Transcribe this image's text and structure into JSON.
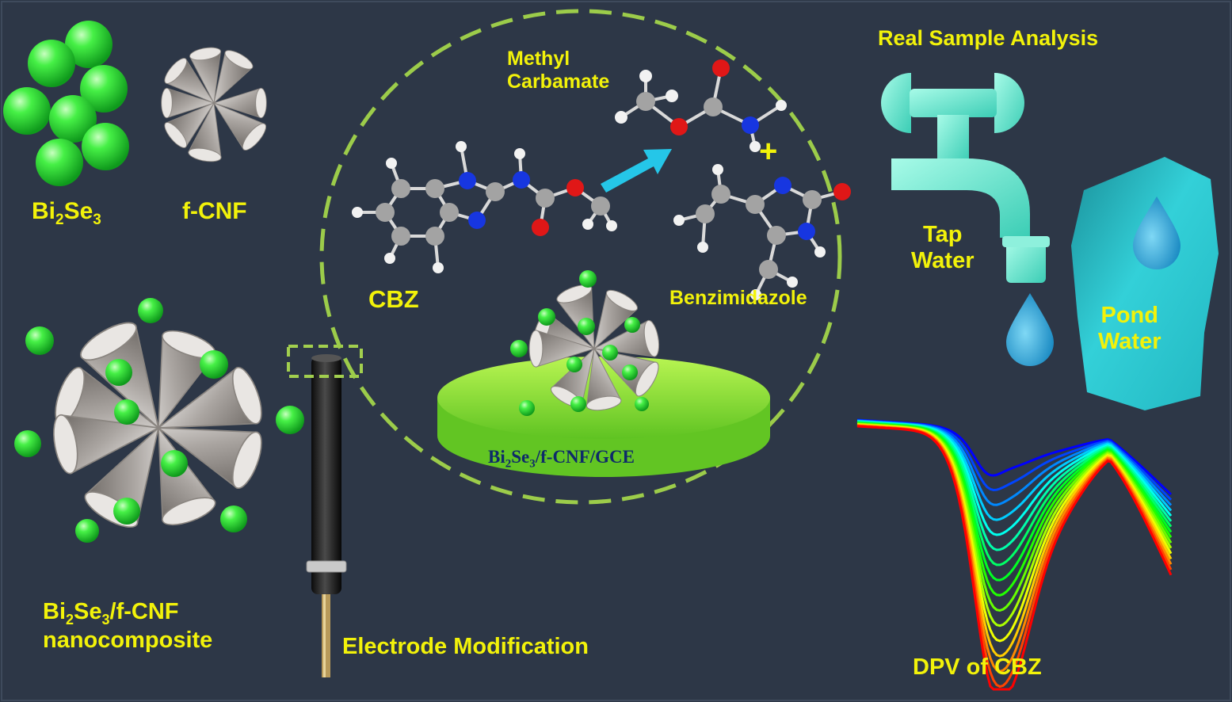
{
  "labels": {
    "bi2se3": {
      "main": "Bi",
      "sub1": "2",
      "mid": "Se",
      "sub2": "3"
    },
    "fcnf": "f-CNF",
    "composite": {
      "line1_main": "Bi",
      "line1_sub1": "2",
      "line1_mid": "Se",
      "line1_sub2": "3",
      "line1_tail": "/f-CNF",
      "line2": "nanocomposite"
    },
    "electrode_modification": "Electrode Modification",
    "methyl_carbamate": [
      "Methyl",
      "Carbamate"
    ],
    "cbz": "CBZ",
    "benzimidazole": "Benzimidazole",
    "plus": "+",
    "electrode_disc": {
      "main": "Bi",
      "sub1": "2",
      "mid": "Se",
      "sub2": "3",
      "tail": "/f-CNF/GCE"
    },
    "real_sample": "Real Sample Analysis",
    "tap_water": [
      "Tap",
      "Water"
    ],
    "pond_water": [
      "Pond",
      "Water"
    ],
    "dpv": "DPV of CBZ"
  },
  "colors": {
    "background": "#2d3747",
    "label_yellow": "#f2f20a",
    "nanoparticle_green": "#39e639",
    "cnf_grey": "#b9b4b0",
    "disc_green": "#8ee03a",
    "tap_cyan": "#5fe8cf",
    "water_blue": "#2fa9d8",
    "pond_cyan": "#2cc6cf",
    "arrow_cyan": "#25c6e8",
    "dashed_green": "#9ccc4a"
  },
  "icons": [
    "nanoparticle-cluster",
    "carbon-nanofiber-cones",
    "electrode-rod",
    "molecule-ball-stick",
    "reaction-arrow",
    "water-tap",
    "water-drop",
    "pond-shape"
  ],
  "dpv_curve_count": 16
}
